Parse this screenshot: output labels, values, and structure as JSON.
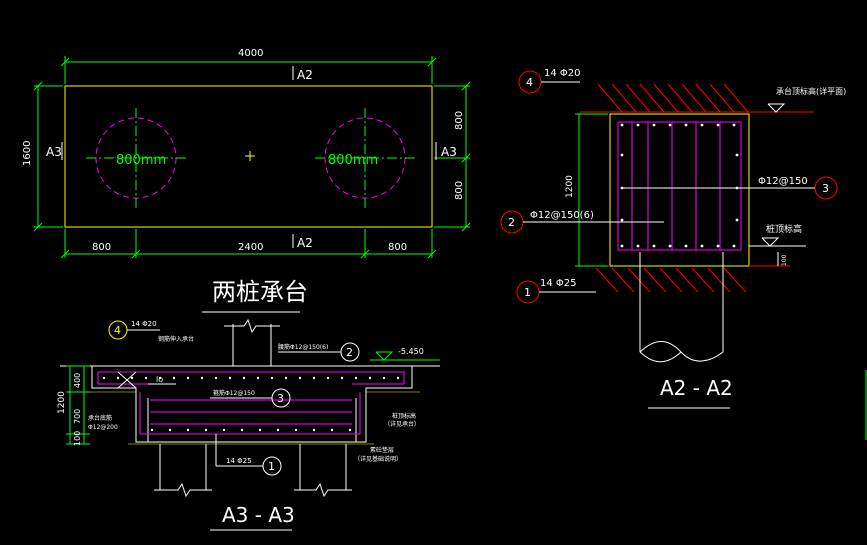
{
  "colors": {
    "background": "#000000",
    "outline": "#ffff00",
    "dimension": "#00ff00",
    "rebar": "#ff00ff",
    "hatch": "#ff0000",
    "pile": "#ffffff",
    "tag": "#ff0000"
  },
  "plan": {
    "dim_total_width": "4000",
    "dim_height": "1600",
    "dim_right_top": "800",
    "dim_right_bottom": "800",
    "dim_bottom_left": "800",
    "dim_bottom_mid": "2400",
    "dim_bottom_right": "800",
    "section_a2_top": "A2",
    "section_a2_bottom": "A2",
    "section_a3_left": "A3",
    "section_a3_right": "A3",
    "pile_left_label": "800mm",
    "pile_right_label": "800mm"
  },
  "title_main": "两桩承台",
  "section_a3": {
    "title": "A3 - A3",
    "tag4": "4",
    "tag4_text": "14 Φ20",
    "tag2": "2",
    "tag2_text": "腰筋Φ12@150(6)",
    "tag3": "3",
    "tag3_text": "箍筋Φ12@150",
    "tag1": "1",
    "tag1_text": "14 Φ25",
    "elev_top": "-5.450",
    "dim_400": "400",
    "dim_700": "700",
    "dim_100": "100",
    "dim_1200": "1200",
    "lo_label": "lo",
    "note_top": "钢筋伸入承台",
    "note_left1": "承台底筋",
    "note_left2": "Φ12@200",
    "note_right1": "桩顶标高",
    "note_right2": "（详见承台）",
    "note_right3": "素砼垫层",
    "note_right4": "（详见基础说明）"
  },
  "section_a2": {
    "title": "A2 - A2",
    "tag4": "4",
    "tag4_text": "14 Φ20",
    "tag2": "2",
    "tag2_text": "Φ12@150(6)",
    "tag3": "3",
    "tag3_text": "Φ12@150",
    "tag1": "1",
    "tag1_text": "14 Φ25",
    "top_elev_label": "承台顶标高(详平面)",
    "pile_top_label": "桩顶标高",
    "dim_1200": "1200",
    "dim_100": "100"
  }
}
